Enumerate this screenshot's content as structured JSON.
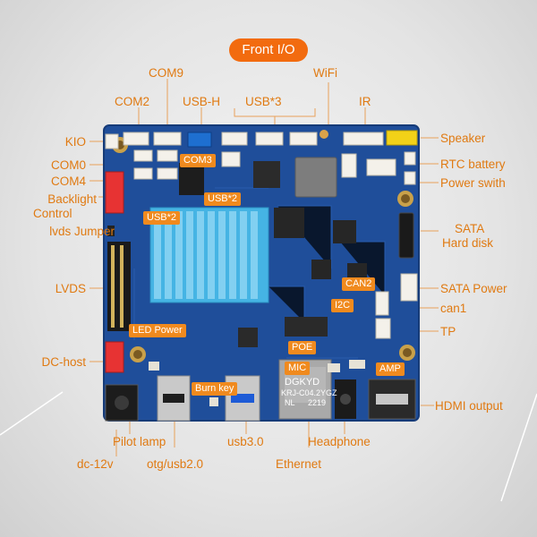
{
  "title": "Front I/O",
  "callouts": {
    "com9": "COM9",
    "wifi": "WiFi",
    "com2": "COM2",
    "usbh": "USB-H",
    "usb3x": "USB*3",
    "ir": "IR",
    "kio": "KIO",
    "com0": "COM0",
    "com4": "COM4",
    "backlight": "Backlight",
    "control": "Control",
    "lvds_jumper": "lvds Jumper",
    "lvds": "LVDS",
    "dc_host": "DC-host",
    "speaker": "Speaker",
    "rtc": "RTC battery",
    "power_switch": "Power swith",
    "sata": "SATA",
    "hard_disk": "Hard disk",
    "sata_power": "SATA Power",
    "can1": "can1",
    "tp": "TP",
    "hdmi": "HDMI output",
    "pilot_lamp": "Pilot lamp",
    "dc12v": "dc-12v",
    "otg": "otg/usb2.0",
    "usb30": "usb3.0",
    "headphone": "Headphone",
    "ethernet": "Ethernet"
  },
  "tags": {
    "com3": "COM3",
    "usb2_top": "USB*2",
    "usb2_left": "USB*2",
    "can2": "CAN2",
    "i2c": "I2C",
    "led_power": "LED Power",
    "poe": "POE",
    "mic": "MIC",
    "amp": "AMP",
    "burn_key": "Burn key"
  },
  "chip": {
    "brand": "DGKYD",
    "model": "KRJ-C04.2YGZ",
    "code": "2219",
    "nl": "NL"
  },
  "colors": {
    "accent": "#f08a1e",
    "board": "#1f4e9a",
    "heatsink": "#4cb8e6"
  }
}
